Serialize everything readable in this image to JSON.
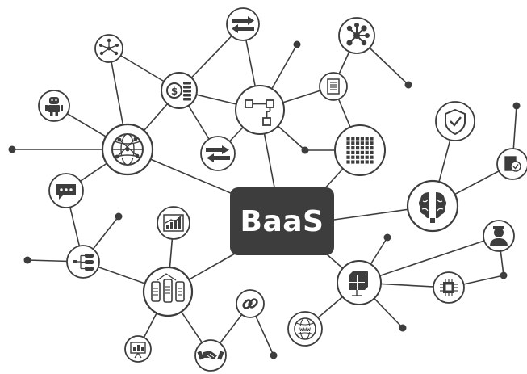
{
  "center": {
    "label": "BaaS"
  },
  "colors": {
    "line": "#3d3d3d",
    "node_stroke": "#3d3d3d",
    "node_fill": "#ffffff",
    "center_fill": "#3d3d3d",
    "center_text": "#ffffff"
  },
  "nodes": [
    {
      "id": "network-graph",
      "icon": "network-graph-icon"
    },
    {
      "id": "sync-arrows-top",
      "icon": "sync-arrows-icon"
    },
    {
      "id": "molecule",
      "icon": "molecule-icon"
    },
    {
      "id": "robot",
      "icon": "robot-icon"
    },
    {
      "id": "coins",
      "icon": "coins-icon"
    },
    {
      "id": "document",
      "icon": "document-icon"
    },
    {
      "id": "flowchart",
      "icon": "flowchart-icon"
    },
    {
      "id": "globe-network",
      "icon": "globe-network-icon"
    },
    {
      "id": "sync-arrows-mid",
      "icon": "sync-arrows-icon"
    },
    {
      "id": "grid-matrix",
      "icon": "grid-matrix-icon"
    },
    {
      "id": "shield-check",
      "icon": "shield-check-icon"
    },
    {
      "id": "checklist",
      "icon": "checklist-icon"
    },
    {
      "id": "chat-bubble",
      "icon": "chat-bubble-icon"
    },
    {
      "id": "brain",
      "icon": "brain-icon"
    },
    {
      "id": "bar-chart",
      "icon": "bar-chart-icon"
    },
    {
      "id": "person",
      "icon": "person-icon"
    },
    {
      "id": "hierarchy",
      "icon": "hierarchy-icon"
    },
    {
      "id": "cubes",
      "icon": "cubes-icon"
    },
    {
      "id": "cpu-chip",
      "icon": "cpu-chip-icon"
    },
    {
      "id": "mobile-devices",
      "icon": "mobile-devices-icon"
    },
    {
      "id": "link-chain",
      "icon": "link-chain-icon"
    },
    {
      "id": "www-globe",
      "icon": "www-globe-icon"
    },
    {
      "id": "presentation",
      "icon": "presentation-icon"
    },
    {
      "id": "handshake",
      "icon": "handshake-icon"
    }
  ]
}
